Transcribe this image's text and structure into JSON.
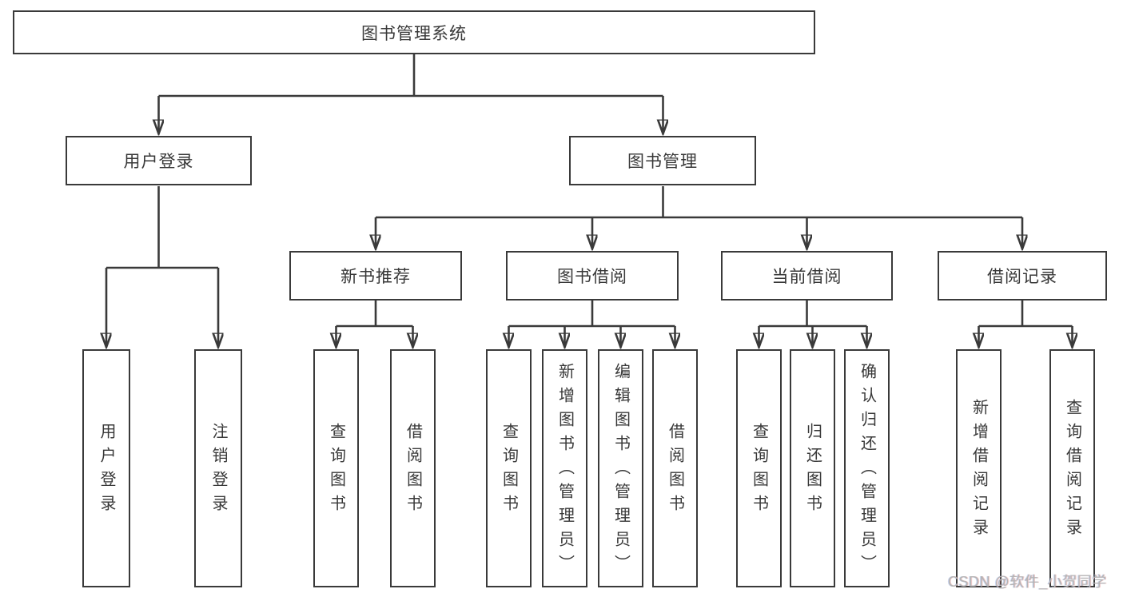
{
  "colors": {
    "line": "#3a3a3a",
    "text": "#383838",
    "box_background": "#ffffff",
    "page_background": "#ffffff",
    "watermark": "#b5b5b5"
  },
  "tree": {
    "root": "图书管理系统",
    "level2": [
      {
        "label": "用户登录",
        "children": [
          "用户登录",
          "注销登录"
        ]
      },
      {
        "label": "图书管理",
        "modules": [
          {
            "label": "新书推荐",
            "children": [
              "查询图书",
              "借阅图书"
            ]
          },
          {
            "label": "图书借阅",
            "children": [
              "查询图书",
              "新增图书（管理员）",
              "编辑图书（管理员）",
              "借阅图书"
            ]
          },
          {
            "label": "当前借阅",
            "children": [
              "查询图书",
              "归还图书",
              "确认归还（管理员）"
            ]
          },
          {
            "label": "借阅记录",
            "children": [
              "新增借阅记录",
              "查询借阅记录"
            ]
          }
        ]
      }
    ]
  },
  "watermark": {
    "text": "CSDN @软件_小贺同学"
  }
}
